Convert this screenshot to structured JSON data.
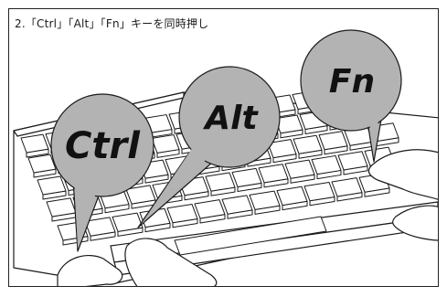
{
  "caption": "2.「Ctrl」「Alt」「Fn」キーを同時押し",
  "callouts": [
    {
      "key": "ctrl",
      "label": "Ctrl"
    },
    {
      "key": "alt",
      "label": "Alt"
    },
    {
      "key": "fn",
      "label": "Fn"
    }
  ],
  "colors": {
    "bubble": "#b3b3b3",
    "line": "#1a1a1a",
    "paper": "#ffffff"
  }
}
